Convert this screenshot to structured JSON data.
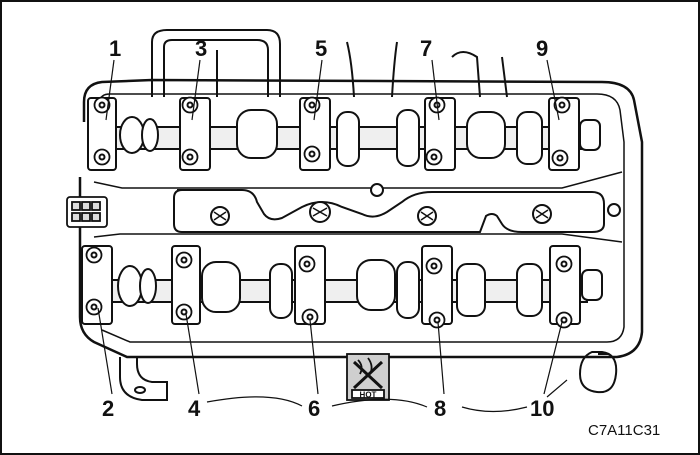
{
  "callouts": [
    "1",
    "2",
    "3",
    "4",
    "5",
    "6",
    "7",
    "8",
    "9",
    "10"
  ],
  "figure_code": "C7A11C31",
  "hot_label": "HOT",
  "colors": {
    "line": "#111111",
    "background": "#ffffff",
    "shade": "#cfcfcf"
  },
  "icons": [
    "bolt-icon",
    "hot-surface-warning-icon",
    "connector-icon"
  ]
}
